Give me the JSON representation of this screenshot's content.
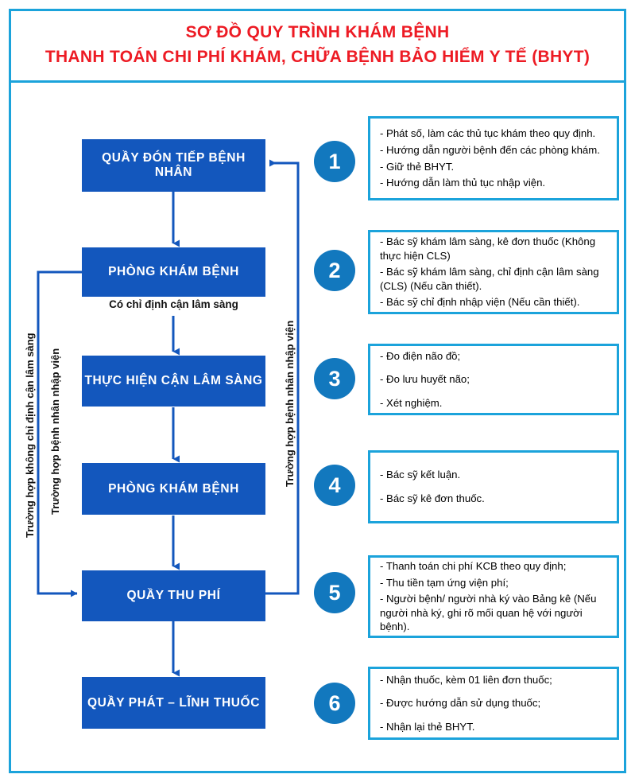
{
  "title": {
    "line1": "SƠ ĐỒ QUY TRÌNH KHÁM BỆNH",
    "line2": "THANH TOÁN CHI PHÍ KHÁM, CHỮA BỆNH BẢO HIỂM Y TẾ (BHYT)"
  },
  "colors": {
    "frame": "#1BA3DB",
    "title_text": "#ED1B24",
    "process_box": "#1357BD",
    "number_circle": "#1278BE",
    "connector": "#1357BD",
    "box_text": "#FFFFFF",
    "detail_text": "#000000"
  },
  "process_boxes": [
    {
      "id": "reception",
      "label": "QUẦY ĐÓN TIẾP BỆNH NHÂN"
    },
    {
      "id": "exam-room-1",
      "label": "PHÒNG KHÁM BỆNH"
    },
    {
      "id": "paraclinical",
      "label": "THỰC HIỆN CẬN LÂM SÀNG"
    },
    {
      "id": "exam-room-2",
      "label": "PHÒNG KHÁM BỆNH"
    },
    {
      "id": "fee-counter",
      "label": "QUẦY THU PHÍ"
    },
    {
      "id": "pharmacy",
      "label": "QUẦY PHÁT – LĨNH THUỐC"
    }
  ],
  "sub_caption": "Có chỉ định cận lâm sàng",
  "side_labels": {
    "left_outer": "Trường hợp không chỉ định cận lâm sàng",
    "left_inner": "Trường hợp bệnh nhân nhập viện",
    "right": "Trường hợp bệnh nhân nhập viện"
  },
  "steps": [
    {
      "number": "1",
      "details": [
        "- Phát số, làm các thủ tục khám theo quy định.",
        "- Hướng dẫn người bệnh đến các phòng khám.",
        "- Giữ thẻ BHYT.",
        "- Hướng dẫn làm thủ tục nhập viện."
      ]
    },
    {
      "number": "2",
      "details": [
        "- Bác sỹ khám lâm sàng, kê đơn thuốc (Không thực hiện CLS)",
        "- Bác sỹ khám lâm sàng, chỉ định cận lâm sàng (CLS) (Nếu cần thiết).",
        "- Bác sỹ chỉ định nhập viện (Nếu cần thiết)."
      ]
    },
    {
      "number": "3",
      "details": [
        "- Đo điện não đồ;",
        "- Đo lưu huyết não;",
        "- Xét nghiệm."
      ]
    },
    {
      "number": "4",
      "details": [
        "- Bác sỹ kết luận.",
        "- Bác sỹ kê đơn thuốc."
      ]
    },
    {
      "number": "5",
      "details": [
        "- Thanh toán chi phí KCB theo quy định;",
        "- Thu tiền tạm ứng viện phí;",
        "- Người bệnh/ người nhà ký vào Bảng kê (Nếu người nhà ký, ghi rõ mối quan hệ với người bệnh)."
      ]
    },
    {
      "number": "6",
      "details": [
        "- Nhận thuốc, kèm 01 liên đơn thuốc;",
        "- Được hướng dẫn sử dụng thuốc;",
        "- Nhận lại thẻ BHYT."
      ]
    }
  ]
}
